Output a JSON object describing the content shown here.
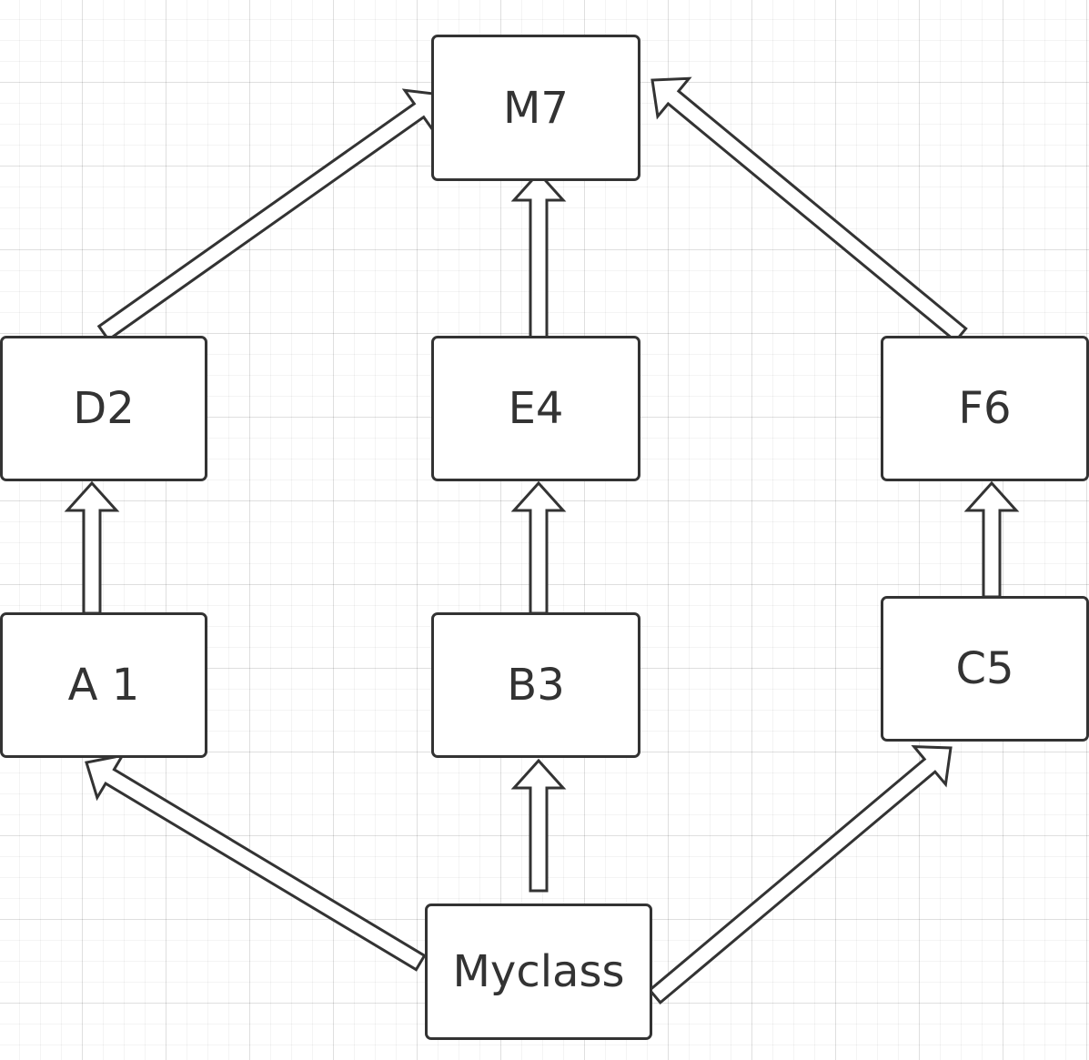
{
  "diagram": {
    "nodes": [
      {
        "id": "m7",
        "label": "M7"
      },
      {
        "id": "d2",
        "label": "D2"
      },
      {
        "id": "e4",
        "label": "E4"
      },
      {
        "id": "f6",
        "label": "F6"
      },
      {
        "id": "a1",
        "label": "A 1"
      },
      {
        "id": "b3",
        "label": "B3"
      },
      {
        "id": "c5",
        "label": "C5"
      },
      {
        "id": "myclass",
        "label": "Myclass"
      }
    ],
    "edges": [
      {
        "from": "myclass",
        "to": "a1"
      },
      {
        "from": "myclass",
        "to": "b3"
      },
      {
        "from": "myclass",
        "to": "c5"
      },
      {
        "from": "a1",
        "to": "d2"
      },
      {
        "from": "b3",
        "to": "e4"
      },
      {
        "from": "c5",
        "to": "f6"
      },
      {
        "from": "d2",
        "to": "m7"
      },
      {
        "from": "e4",
        "to": "m7"
      },
      {
        "from": "f6",
        "to": "m7"
      }
    ],
    "colors": {
      "stroke": "#333333",
      "fill": "#ffffff",
      "grid": "#e6e6e6"
    }
  }
}
